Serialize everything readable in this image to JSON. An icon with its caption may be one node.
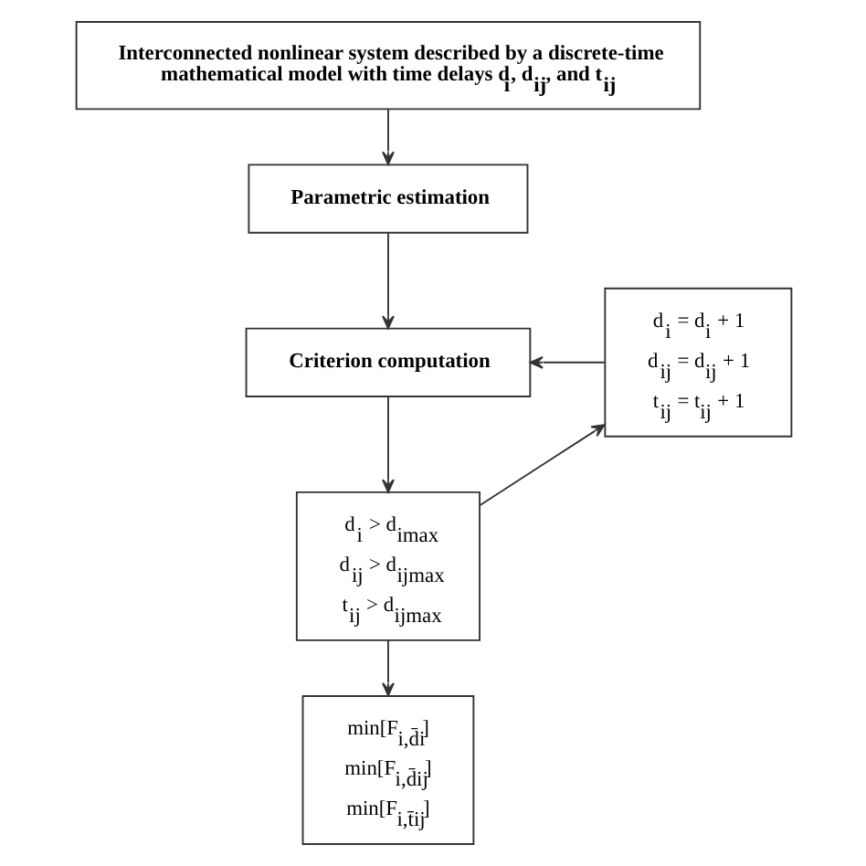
{
  "diagram": {
    "nodes": [
      {
        "text": [
          "Interconnected nonlinear system described by a discrete-time mathematical model with time delays d$_{i}$, d$_{ij}$, and t$_{ij}$"
        ]
      },
      {
        "text": [
          "Parametric estimation"
        ]
      },
      {
        "text": [
          "Criterion computation"
        ]
      },
      {
        "text": [
          "d$_{i}$ > d$_{imax}$",
          "d$_{ij}$ > d$_{ijmax}$",
          "t$_{ij}$ > d$_{ijmax}$"
        ]
      },
      {
        "text": [
          "d$_{i}$ = d$_{i}$ + 1",
          "d$_{ij}$ = d$_{ij}$ + 1",
          "t$_{ij}$ = t$_{ij}$ + 1"
        ]
      },
      {
        "text": [
          "min[F$_{i,d̄i}$]",
          "min[F$_{i,d̄ij}$]",
          "min[F$_{i,t̄ij}$]"
        ]
      }
    ],
    "edges": [
      {
        "from": 0,
        "to": 1,
        "arrow": "to"
      },
      {
        "from": 1,
        "to": 2,
        "arrow": "to"
      },
      {
        "from": 2,
        "to": 3,
        "arrow": "to"
      },
      {
        "from": 3,
        "to": 5,
        "arrow": "to"
      },
      {
        "from": 3,
        "to": 4,
        "arrow": "to"
      },
      {
        "from": 4,
        "to": 2,
        "arrow": "to"
      }
    ]
  }
}
